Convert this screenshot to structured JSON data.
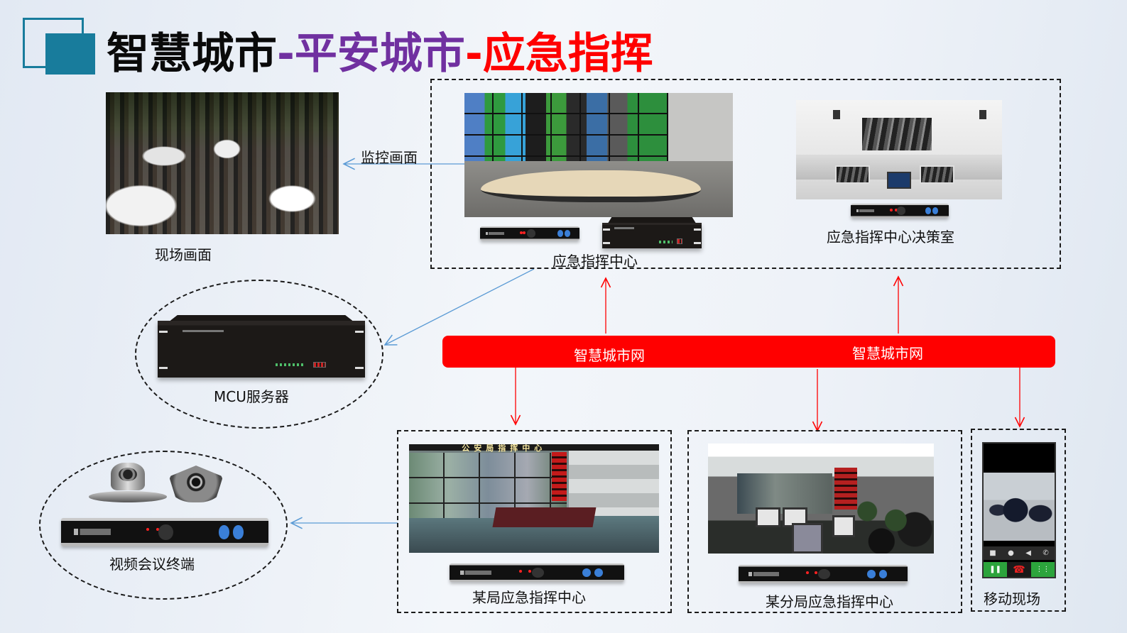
{
  "title": {
    "part1": "智慧城市",
    "sep1": "-",
    "part2": "平安城市",
    "sep2": "-",
    "part3": "应急指挥",
    "colors": {
      "part1": "#0a0a0a",
      "part2": "#7030a0",
      "part3": "#ff0000"
    }
  },
  "logo": {
    "color": "#187c9c"
  },
  "nodes": {
    "scene": {
      "label": "现场画面"
    },
    "monitor_link": {
      "label": "监控画面"
    },
    "command_center": {
      "label": "应急指挥中心"
    },
    "decision_room": {
      "label": "应急指挥中心决策室"
    },
    "mcu": {
      "label": "MCU服务器"
    },
    "terminal": {
      "label": "视频会议终端"
    },
    "bureau": {
      "label": "某局应急指挥中心",
      "screen_banner": "公安局指挥中心"
    },
    "branch": {
      "label": "某分局应急指挥中心"
    },
    "mobile": {
      "label": "移动现场"
    }
  },
  "network": {
    "label_left": "智慧城市网",
    "label_right": "智慧城市网",
    "color": "#ff0000"
  },
  "connectors": {
    "red_arrow_color": "#ff0000",
    "blue_arrow_color": "#5b9bd5"
  },
  "icons": {
    "phone_video": "■",
    "phone_mic": "●",
    "phone_speaker": "◀",
    "phone_call": "✆",
    "phone_pause": "❚❚",
    "phone_hangup": "☎",
    "phone_keypad": "⋮⋮"
  }
}
